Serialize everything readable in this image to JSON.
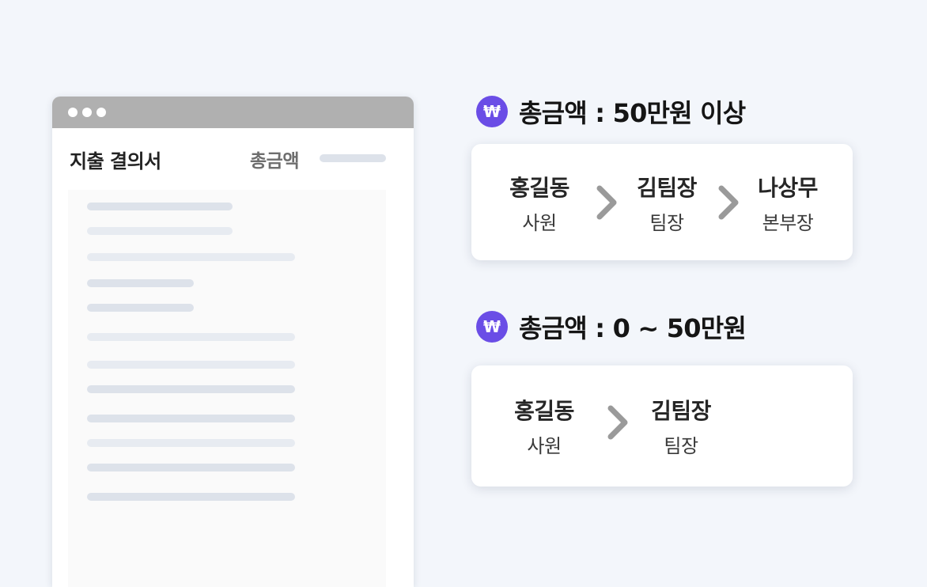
{
  "document": {
    "title": "지출 결의서",
    "total_label": "총금액"
  },
  "rules": [
    {
      "icon": "won-icon",
      "title": "총금액 : 50만원 이상",
      "approvers": [
        {
          "name": "홍길동",
          "role": "사원"
        },
        {
          "name": "김팀장",
          "role": "팀장"
        },
        {
          "name": "나상무",
          "role": "본부장"
        }
      ]
    },
    {
      "icon": "won-icon",
      "title": "총금액 : 0 ~ 50만원",
      "approvers": [
        {
          "name": "홍길동",
          "role": "사원"
        },
        {
          "name": "김팀장",
          "role": "팀장"
        }
      ]
    }
  ],
  "colors": {
    "accent": "#6a4de6",
    "background": "#f3f6fb",
    "chevron": "#9a9a9a"
  }
}
